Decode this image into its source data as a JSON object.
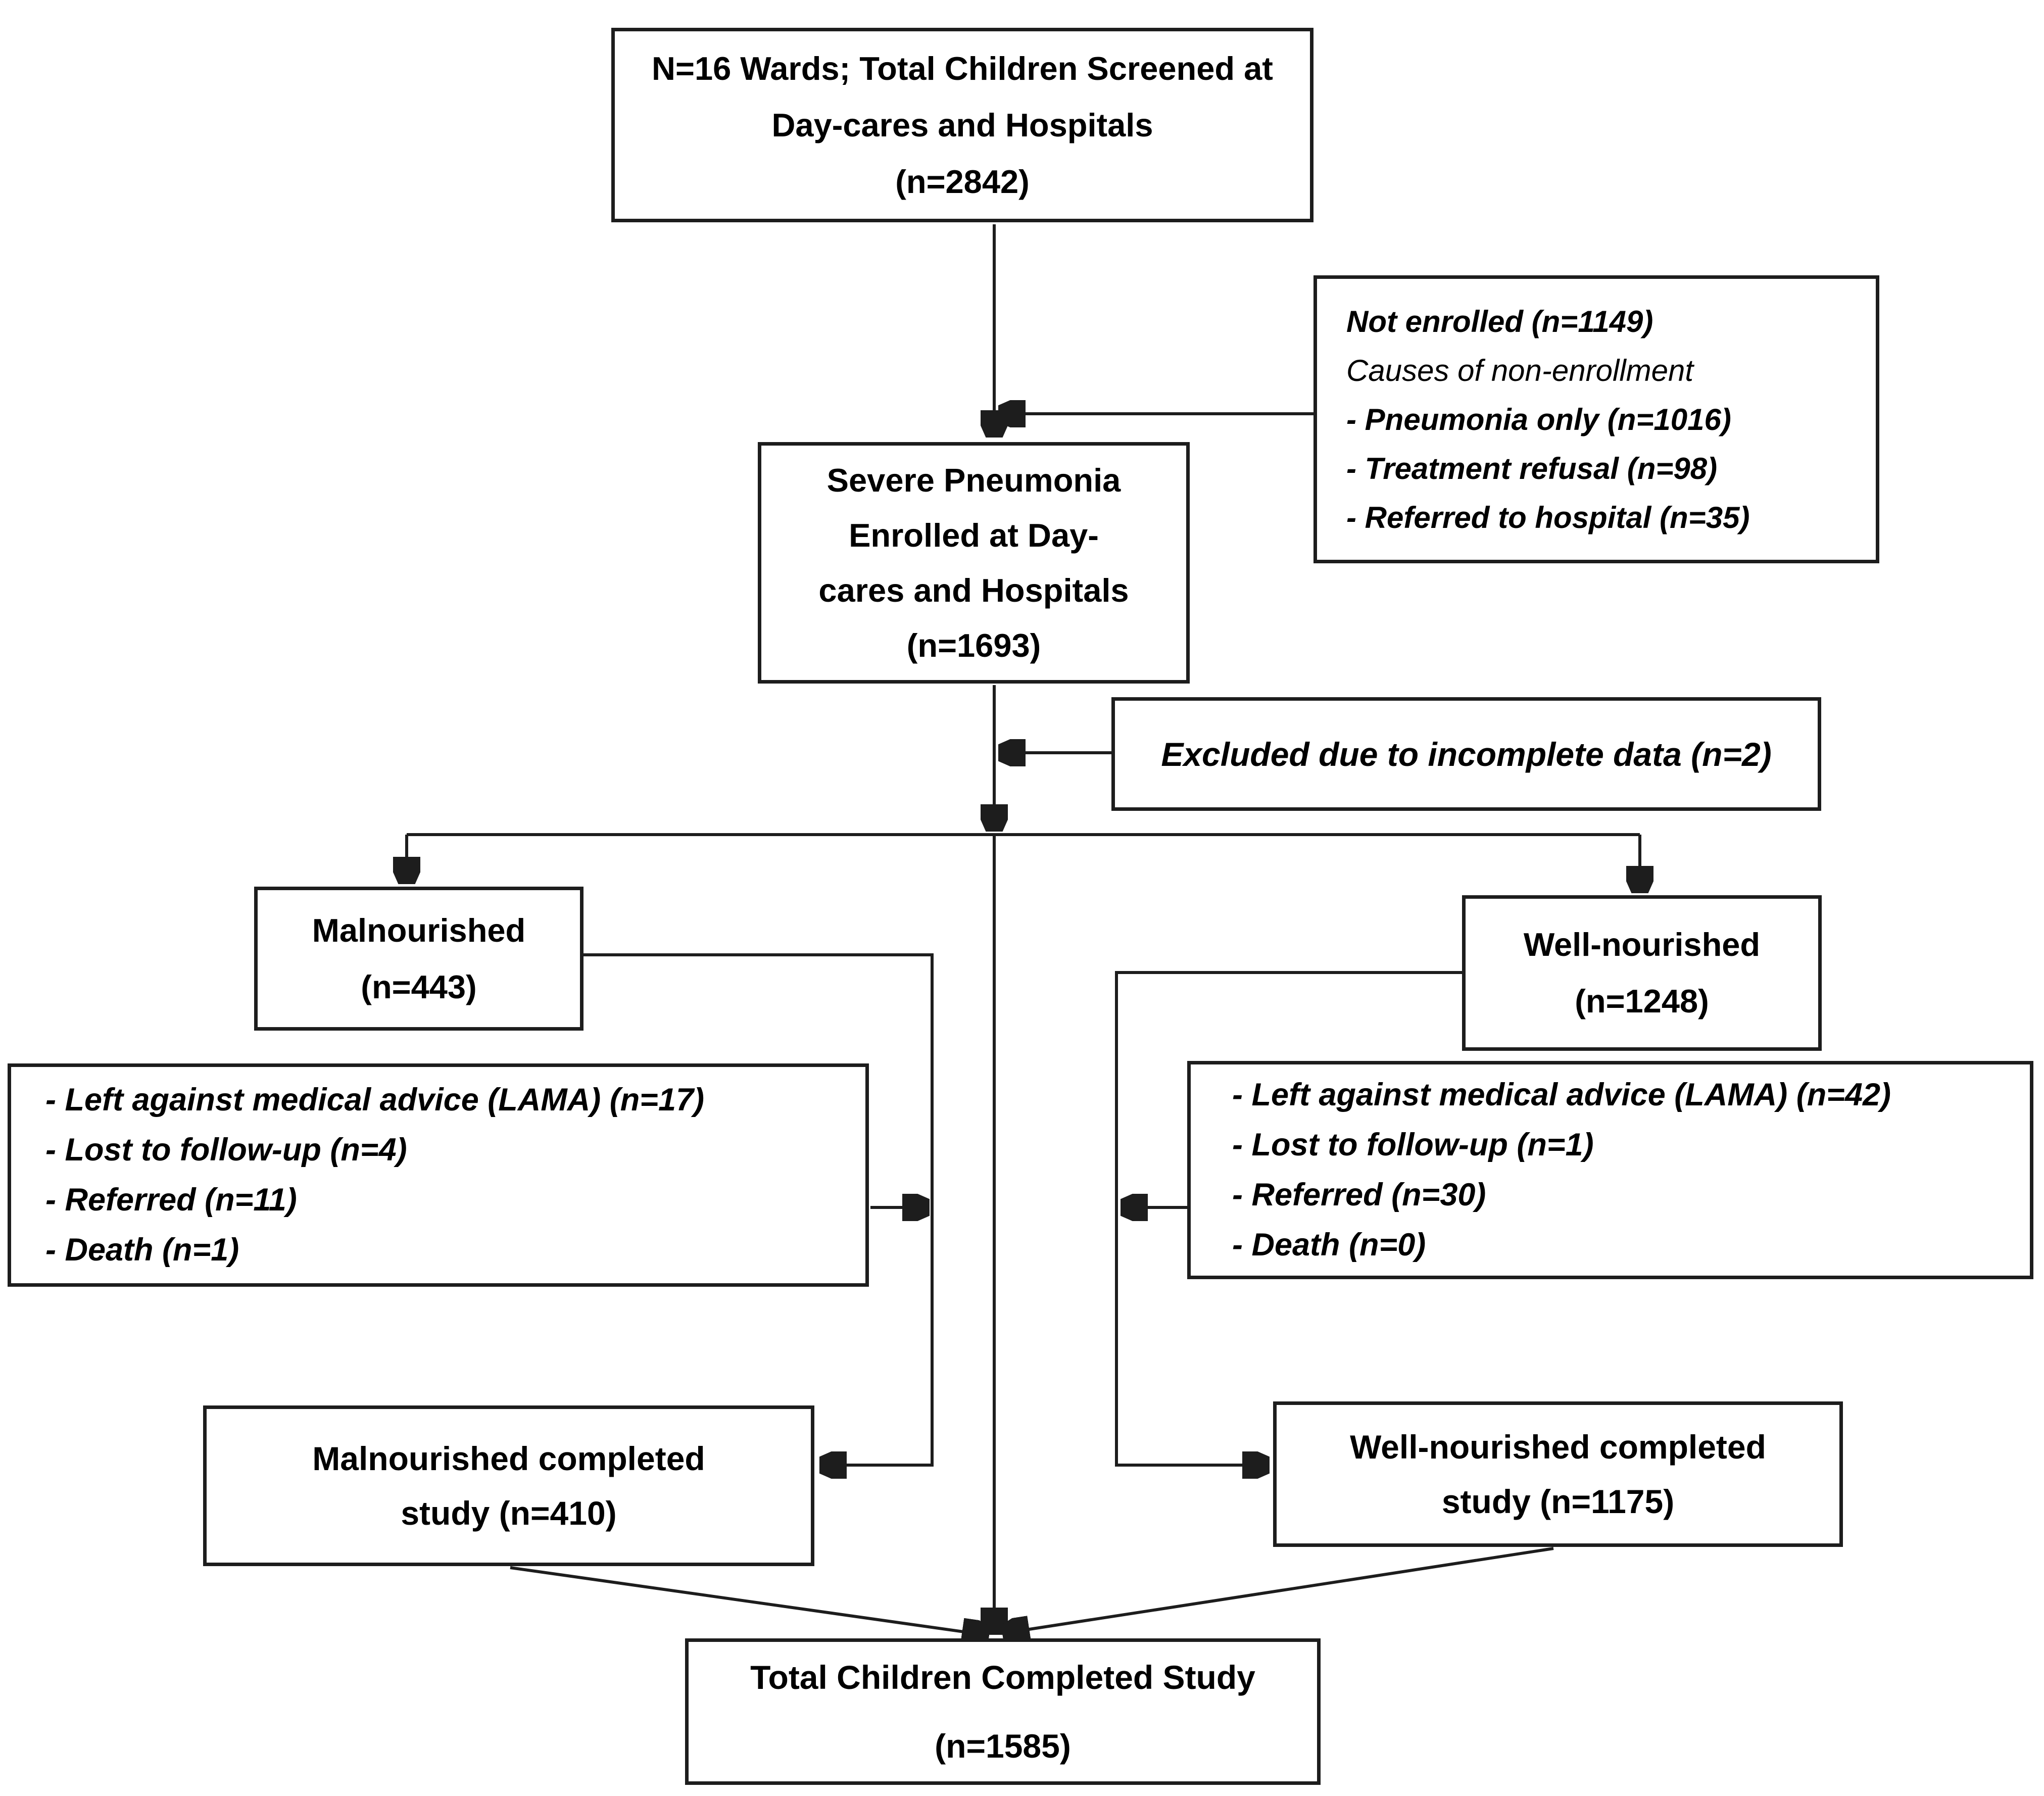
{
  "diagram": {
    "type": "flowchart",
    "colors": {
      "line": "#1d1d1d",
      "border": "#1d1d1d",
      "text": "#000000",
      "background": "#ffffff"
    },
    "boxes": {
      "screened": {
        "lines": [
          "N=16 Wards; Total Children Screened at",
          "Day-cares and Hospitals",
          "(n=2842)"
        ]
      },
      "not_enrolled": {
        "title": "Not enrolled (n=1149)",
        "subtitle": "Causes of non-enrollment",
        "items": [
          "- Pneumonia only (n=1016)",
          "- Treatment refusal (n=98)",
          "- Referred to hospital (n=35)"
        ]
      },
      "enrolled": {
        "lines": [
          "Severe Pneumonia",
          "Enrolled at Day-",
          "cares and Hospitals",
          "(n=1693)"
        ]
      },
      "excluded": {
        "text": "Excluded due to incomplete data (n=2)"
      },
      "malnourished": {
        "lines": [
          "Malnourished",
          "(n=443)"
        ]
      },
      "well_nourished": {
        "lines": [
          "Well-nourished",
          "(n=1248)"
        ]
      },
      "mal_exclusions": {
        "items": [
          "- Left against medical advice (LAMA) (n=17)",
          "- Lost to follow-up (n=4)",
          "- Referred (n=11)",
          "- Death (n=1)"
        ]
      },
      "wn_exclusions": {
        "items": [
          "- Left against medical advice (LAMA) (n=42)",
          "- Lost to follow-up (n=1)",
          "- Referred (n=30)",
          "- Death (n=0)"
        ]
      },
      "mal_completed": {
        "lines": [
          "Malnourished completed",
          "study (n=410)"
        ]
      },
      "wn_completed": {
        "lines": [
          "Well-nourished completed",
          "study (n=1175)"
        ]
      },
      "total_completed": {
        "lines": [
          "Total Children Completed Study",
          "(n=1585)"
        ]
      }
    }
  }
}
